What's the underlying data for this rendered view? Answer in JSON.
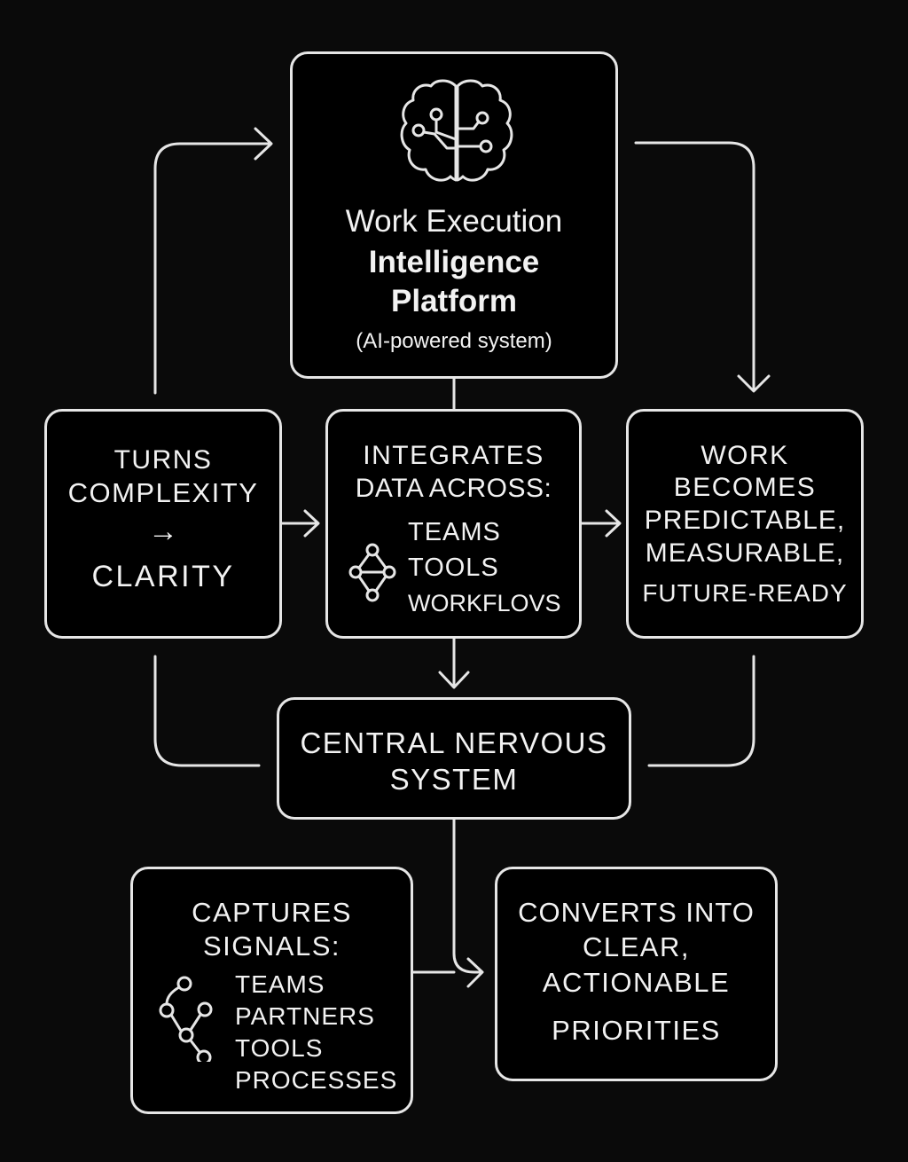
{
  "diagram": {
    "theme": {
      "background": "#0a0a0a",
      "box_fill": "#000000",
      "stroke": "#e6e6e6",
      "text": "#f2f2f2"
    },
    "platform": {
      "icon": "brain-circuit-icon",
      "title_line1": "Work Execution",
      "title_line2": "Intelligence",
      "title_line3": "Platform",
      "subtitle": "(AI-powered system)"
    },
    "clarity": {
      "line1": "TURNS",
      "line2": "COMPLEXITY",
      "arrow": "→",
      "line3": "CLARITY"
    },
    "integrates": {
      "line1": "INTEGRATES",
      "line2": "DATA ACROSS:",
      "icon": "network-diamond-icon",
      "items": [
        "TEAMS",
        "TOOLS",
        "WORKFLOVS"
      ]
    },
    "outcome": {
      "lines": [
        "WORK",
        "BECOMES",
        "PREDICTABLE,",
        "MEASURABLE,",
        "FUTURE-READY"
      ]
    },
    "nervous": {
      "line1": "CENTRAL NERVOUS",
      "line2": "SYSTEM"
    },
    "captures": {
      "line1": "CAPTURES",
      "line2": "SIGNALS:",
      "icon": "signal-graph-icon",
      "items": [
        "TEAMS",
        "PARTNERS",
        "TOOLS",
        "PROCESSES"
      ]
    },
    "converts": {
      "lines": [
        "CONVERTS INTO",
        "CLEAR,",
        "ACTIONABLE",
        "PRIORITIES"
      ]
    },
    "connectors": [
      {
        "from": "clarity",
        "to": "platform",
        "direction": "up-then-right"
      },
      {
        "from": "platform",
        "to": "outcome",
        "direction": "right-then-down"
      },
      {
        "from": "platform",
        "to": "integrates",
        "direction": "down"
      },
      {
        "from": "clarity",
        "to": "integrates",
        "direction": "right"
      },
      {
        "from": "integrates",
        "to": "outcome",
        "direction": "right"
      },
      {
        "from": "integrates",
        "to": "nervous",
        "direction": "down"
      },
      {
        "from": "clarity",
        "to": "nervous",
        "direction": "down-then-right"
      },
      {
        "from": "outcome",
        "to": "nervous",
        "direction": "down-then-left"
      },
      {
        "from": "nervous",
        "to": "converts",
        "direction": "down-then-right"
      },
      {
        "from": "captures",
        "to": "converts",
        "direction": "right"
      }
    ]
  }
}
